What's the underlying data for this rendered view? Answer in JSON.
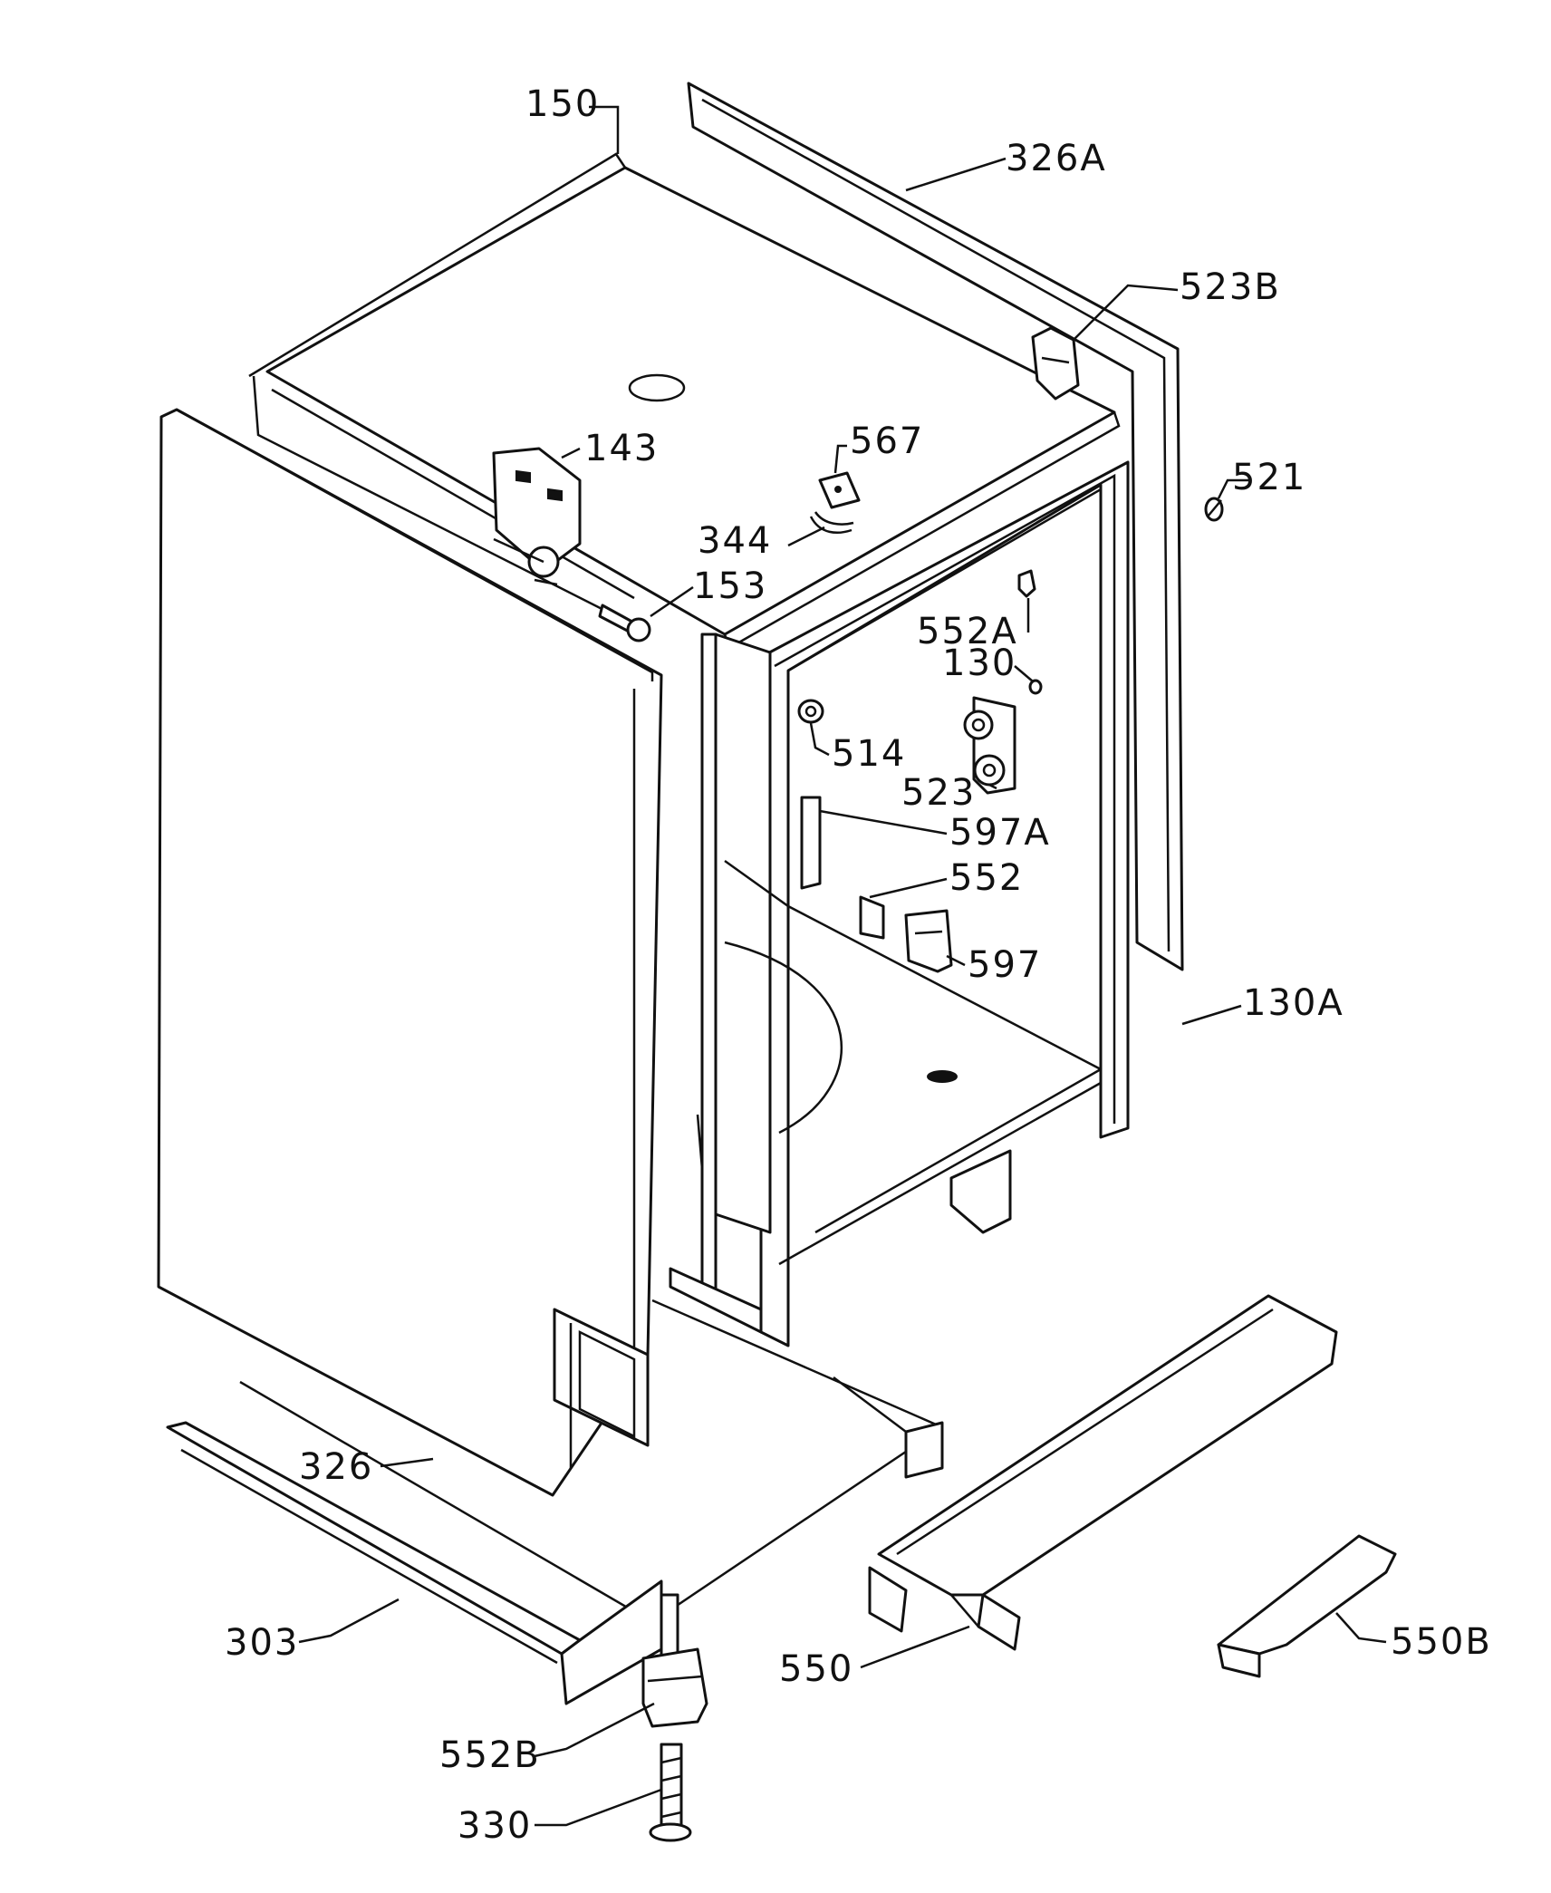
{
  "labels": {
    "p150": "150",
    "p326A": "326A",
    "p523B": "523B",
    "p143": "143",
    "p567": "567",
    "p521": "521",
    "p344": "344",
    "p153": "153",
    "p552A": "552A",
    "p130": "130",
    "p514": "514",
    "p523": "523",
    "p597A": "597A",
    "p552": "552",
    "p597": "597",
    "p130A": "130A",
    "p326": "326",
    "p303": "303",
    "p550": "550",
    "p550B": "550B",
    "p552B": "552B",
    "p330": "330"
  },
  "colors": {
    "line": "#111111",
    "background": "#ffffff"
  }
}
